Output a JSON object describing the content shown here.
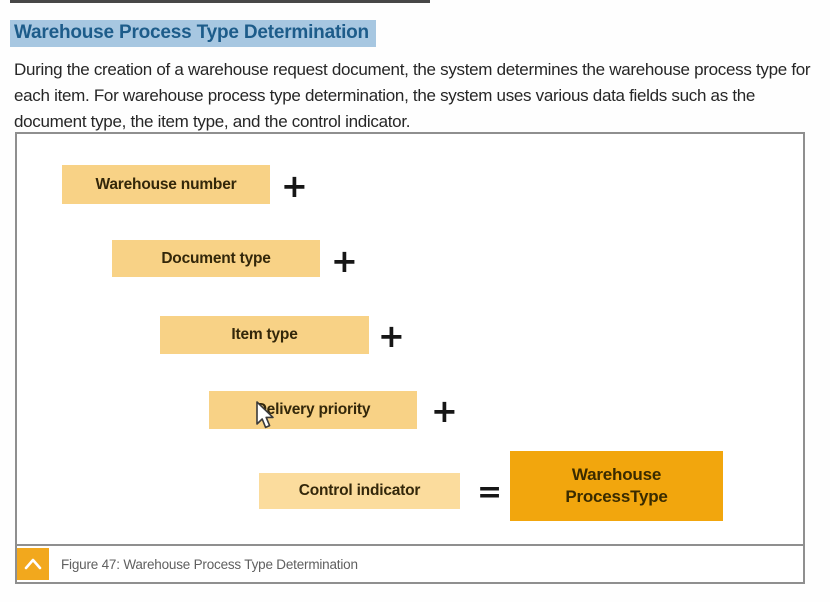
{
  "page": {
    "title": "Warehouse Process Type Determination",
    "paragraph": "During the creation of a warehouse request document, the system determines the warehouse process type for each item. For warehouse process type determination, the system uses various data fields such as the document type, the item type, and the control indicator."
  },
  "diagram": {
    "operator_plus": "+",
    "operator_equals": "=",
    "inputs": [
      {
        "label": "Warehouse number"
      },
      {
        "label": "Document type"
      },
      {
        "label": "Item type"
      },
      {
        "label": "Delivery priority"
      },
      {
        "label": "Control indicator"
      }
    ],
    "result": {
      "line1": "Warehouse",
      "line2": "ProcessType"
    }
  },
  "caption": {
    "text": "Figure 47: Warehouse Process Type Determination",
    "icon": "chevron-up-icon"
  },
  "colors": {
    "title_highlight": "#a7c7e1",
    "title_text": "#1d5c8a",
    "input_box_fill": "#f8d286",
    "input_box_fill_light": "#fbdc9d",
    "result_box_fill": "#f2a60d",
    "caption_icon_fill": "#f2a81d",
    "frame_border": "#8f8f8f",
    "body_text": "#262626",
    "caption_text": "#606060"
  }
}
